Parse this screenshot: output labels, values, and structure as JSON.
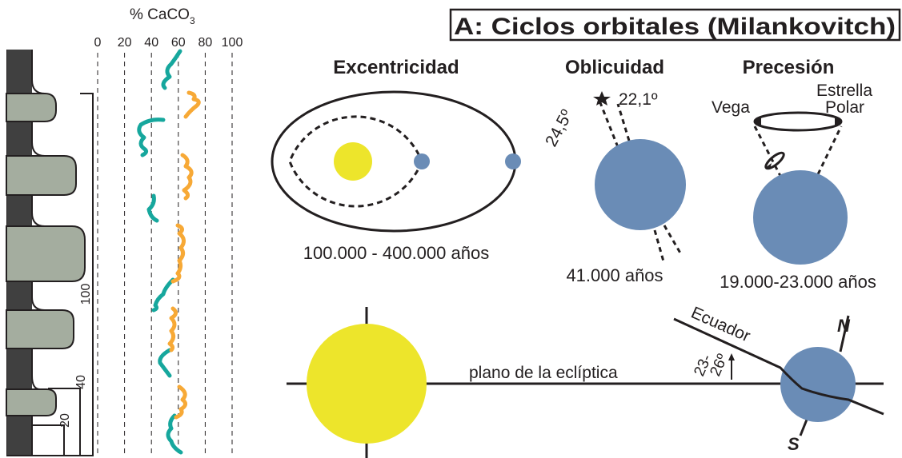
{
  "title": "A: Ciclos orbitales (Milankovitch)",
  "colors": {
    "ink": "#231f20",
    "sun": "#ede52b",
    "planet": "#6a8cb6",
    "rock": "#a4ad9f",
    "shale": "#404040",
    "teal": "#16a79d",
    "orange": "#f7a936"
  },
  "caco3": {
    "axis_title": "% CaCO",
    "axis_subscript": "3",
    "ticks": [
      "0",
      "20",
      "40",
      "60",
      "80",
      "100"
    ],
    "tick_values": [
      0,
      20,
      40,
      60,
      80,
      100
    ]
  },
  "scale_labels": {
    "s100": "100",
    "s40": "40",
    "s20": "20"
  },
  "excentricidad": {
    "heading": "Excentricidad",
    "period": "100.000 - 400.000 años"
  },
  "oblicuidad": {
    "heading": "Oblicuidad",
    "angle_a": "24,5º",
    "angle_b": "22,1º",
    "period": "41.000 años"
  },
  "precesion": {
    "heading": "Precesión",
    "star_a": "Vega",
    "star_b_line1": "Estrella",
    "star_b_line2": "Polar",
    "period": "19.000-23.000 años"
  },
  "ecliptica": {
    "plane_label": "plano de la eclíptica",
    "equator_label": "Ecuador",
    "tilt_line1": "23-",
    "tilt_line2": "26º",
    "north": "N",
    "south": "S"
  }
}
